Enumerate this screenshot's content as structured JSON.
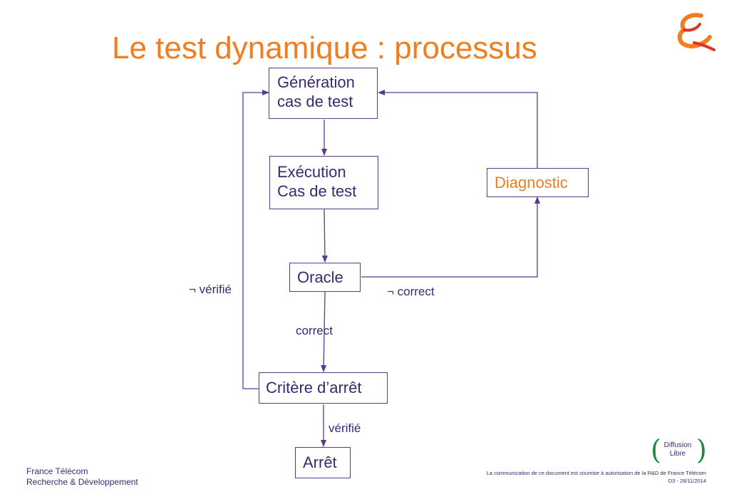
{
  "slide": {
    "title": "Le test dynamique : processus"
  },
  "diagram": {
    "nodes": {
      "generation": {
        "line1": "Génération",
        "line2": "cas de test"
      },
      "execution": {
        "line1": "Exécution",
        "line2": "Cas de test"
      },
      "diagnostic": {
        "label": "Diagnostic"
      },
      "oracle": {
        "label": "Oracle"
      },
      "critere": {
        "label": "Critère d’arrêt"
      },
      "arret": {
        "label": "Arrêt"
      }
    },
    "edges": {
      "not_verified": "¬ vérifié",
      "not_correct": "¬ correct",
      "correct": "correct",
      "verified": "vérifié"
    }
  },
  "footer": {
    "company": "France Télécom",
    "department": "Recherche & Développement",
    "notice": "La communication de ce document est soumise à autorisation de la R&D de France Télécom",
    "ref": "D3 - 28/11/2014",
    "badge_line1": "Diffusion",
    "badge_line2": "Libre"
  },
  "colors": {
    "title": "#f07d1e",
    "diagnostic_text": "#f07d1e",
    "line": "#5b3a8e",
    "text": "#3c2870",
    "badge_paren": "#1a8c3c"
  }
}
